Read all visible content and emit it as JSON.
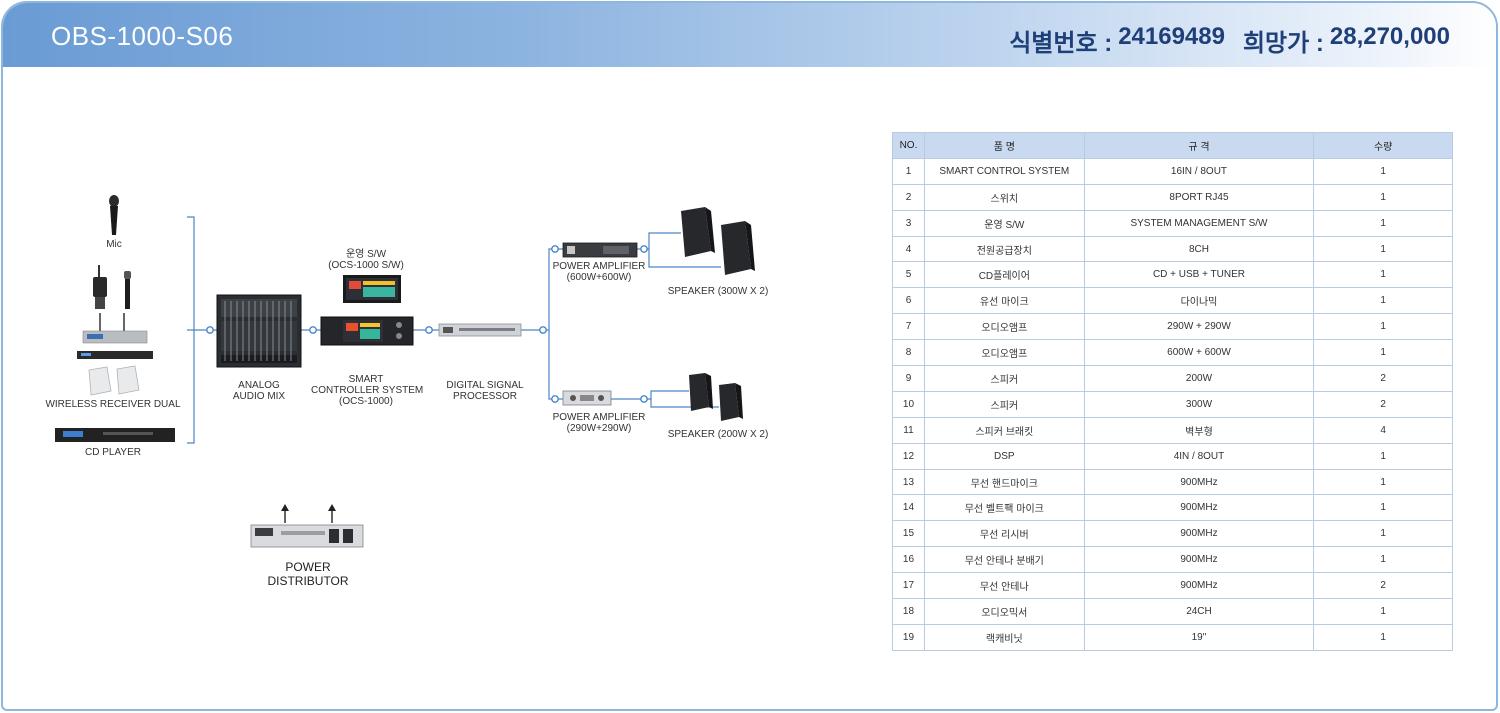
{
  "header": {
    "title": "OBS-1000-S06",
    "id_label": "식별번호 :",
    "id_value": "24169489",
    "price_label": "희망가 :",
    "price_value": "28,270,000"
  },
  "diagram": {
    "mic": "Mic",
    "wireless": "WIRELESS RECEIVER  DUAL",
    "cd_player": "CD PLAYER",
    "analog_mix": [
      "ANALOG",
      "AUDIO MIX"
    ],
    "sw": [
      "운영 S/W",
      "(OCS-1000 S/W)"
    ],
    "smart_controller": [
      "SMART",
      "CONTROLLER SYSTEM",
      "(OCS-1000)"
    ],
    "dsp": [
      "DIGITAL SIGNAL",
      "PROCESSOR"
    ],
    "amp_600": [
      "POWER AMPLIFIER",
      "(600W+600W)"
    ],
    "amp_290": [
      "POWER AMPLIFIER",
      "(290W+290W)"
    ],
    "speaker_300": "SPEAKER (300W X 2)",
    "speaker_200": "SPEAKER (200W X 2)",
    "power_distributor": [
      "POWER",
      "DISTRIBUTOR"
    ]
  },
  "table": {
    "headers": [
      "NO.",
      "품 명",
      "규 격",
      "수량"
    ],
    "rows": [
      [
        "1",
        "SMART CONTROL SYSTEM",
        "16IN / 8OUT",
        "1"
      ],
      [
        "2",
        "스위치",
        "8PORT RJ45",
        "1"
      ],
      [
        "3",
        "운영 S/W",
        "SYSTEM MANAGEMENT S/W",
        "1"
      ],
      [
        "4",
        "전원공급장치",
        "8CH",
        "1"
      ],
      [
        "5",
        "CD플레이어",
        "CD + USB + TUNER",
        "1"
      ],
      [
        "6",
        "유선 마이크",
        "다이나믹",
        "1"
      ],
      [
        "7",
        "오디오앰프",
        "290W + 290W",
        "1"
      ],
      [
        "8",
        "오디오앰프",
        "600W + 600W",
        "1"
      ],
      [
        "9",
        "스피커",
        "200W",
        "2"
      ],
      [
        "10",
        "스피커",
        "300W",
        "2"
      ],
      [
        "11",
        "스피커 브래킷",
        "벽부형",
        "4"
      ],
      [
        "12",
        "DSP",
        "4IN / 8OUT",
        "1"
      ],
      [
        "13",
        "무선 핸드마이크",
        "900MHz",
        "1"
      ],
      [
        "14",
        "무선 벨트팩 마이크",
        "900MHz",
        "1"
      ],
      [
        "15",
        "무선 리시버",
        "900MHz",
        "1"
      ],
      [
        "16",
        "무선 안테나 분배기",
        "900MHz",
        "1"
      ],
      [
        "17",
        "무선 안테나",
        "900MHz",
        "2"
      ],
      [
        "18",
        "오디오믹서",
        "24CH",
        "1"
      ],
      [
        "19",
        "랙캐비닛",
        "19\"",
        "1"
      ]
    ]
  },
  "colors": {
    "header_start": "#6a9bd4",
    "header_text": "#1f3f79",
    "wire": "#4a86c8",
    "table_header_bg": "#c9daf0"
  }
}
